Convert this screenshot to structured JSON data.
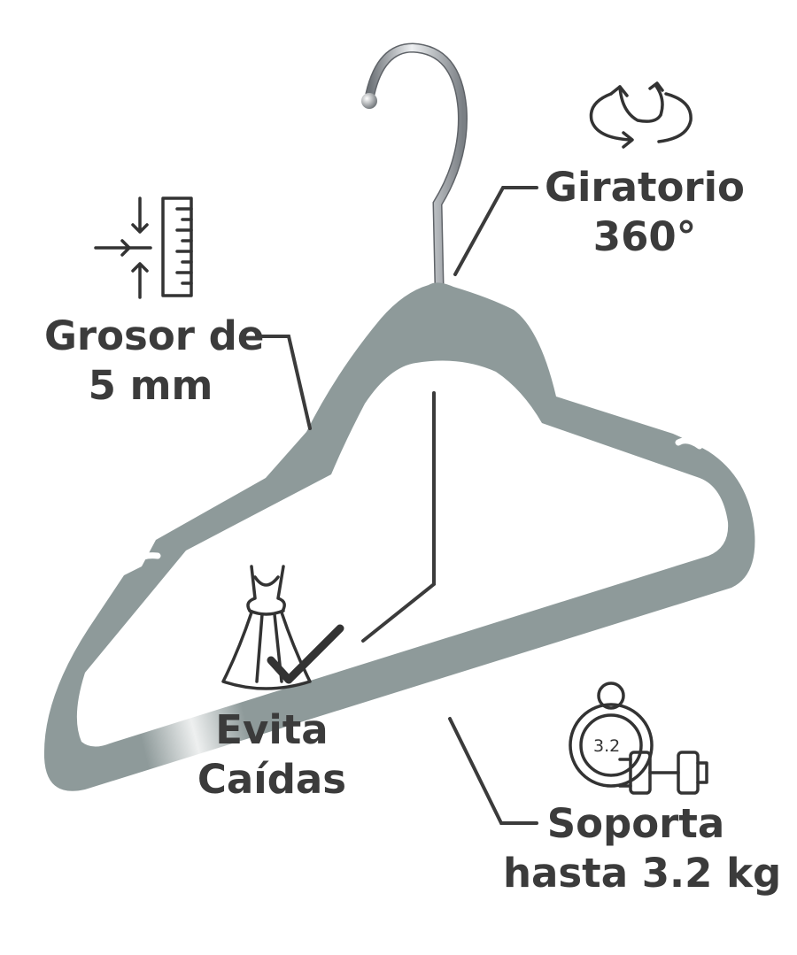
{
  "features": {
    "thickness": {
      "line1": "Grosor de",
      "line2": "5 mm",
      "icon": "ruler-compress-icon"
    },
    "rotation": {
      "line1": "Giratorio",
      "line2": "360°",
      "icon": "rotate-360-icon"
    },
    "anti_slip": {
      "line1": "Evita",
      "line2": "Caídas",
      "icon": "dress-check-icon"
    },
    "capacity": {
      "line1": "Soporta",
      "line2": "hasta 3.2 kg",
      "icon": "weight-dumbbell-icon",
      "weight_badge": "3.2"
    }
  },
  "colors": {
    "hanger_body": "#8e9a9a",
    "hook": "#b8bcc0",
    "text": "#3b3b3b",
    "icon_stroke": "#333333",
    "background": "#ffffff"
  }
}
